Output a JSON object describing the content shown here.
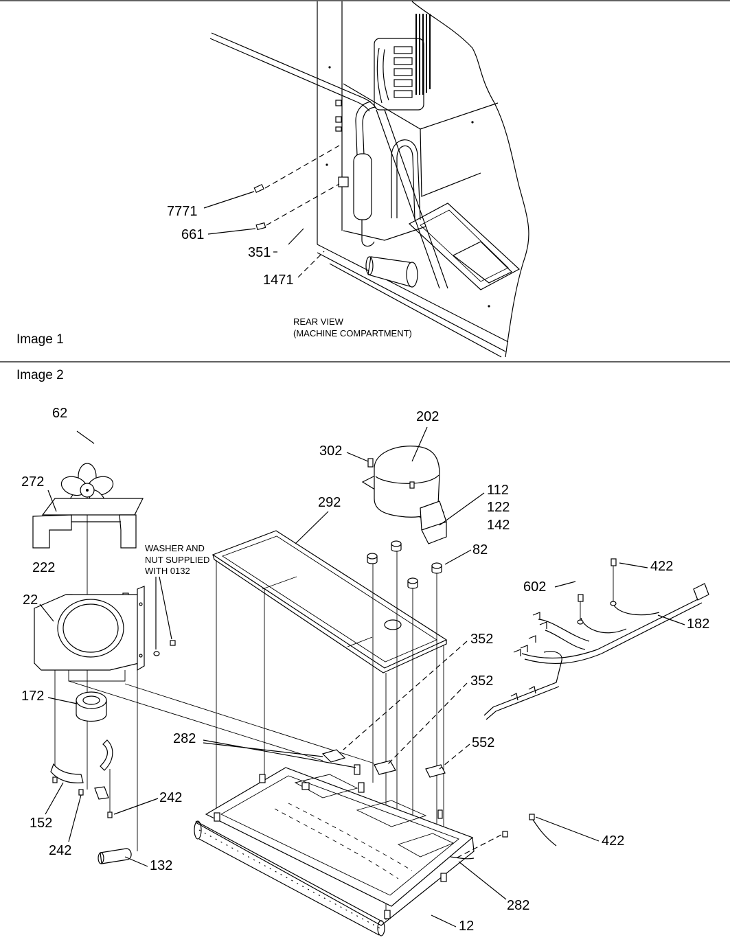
{
  "image1": {
    "title": "Image 1",
    "callouts": {
      "c7771": "7771",
      "c661": "661",
      "c351": "351",
      "c1471": "1471"
    },
    "caption": {
      "line1": "REAR VIEW",
      "line2": "(MACHINE COMPARTMENT)"
    }
  },
  "image2": {
    "title": "Image 2",
    "callouts": {
      "c62": "62",
      "c272": "272",
      "c222": "222",
      "c22": "22",
      "c172": "172",
      "c152": "152",
      "c242a": "242",
      "c242b": "242",
      "c132": "132",
      "c282a": "282",
      "c292": "292",
      "c202": "202",
      "c302": "302",
      "c112": "112",
      "c122": "122",
      "c142": "142",
      "c82": "82",
      "c352a": "352",
      "c352b": "352",
      "c552": "552",
      "c602": "602",
      "c422a": "422",
      "c182": "182",
      "c422b": "422",
      "c282b": "282",
      "c12": "12"
    },
    "note": {
      "line1": "WASHER AND",
      "line2": "NUT SUPPLIED",
      "line3": "WITH 0132"
    }
  }
}
